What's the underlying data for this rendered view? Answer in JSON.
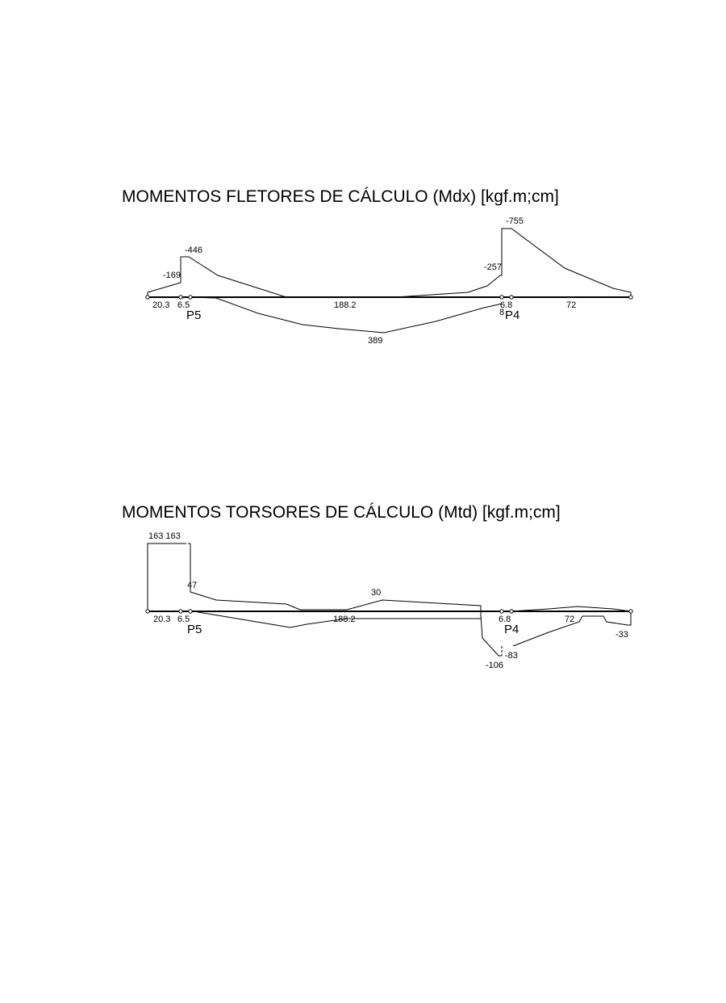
{
  "diagrams": [
    {
      "id": "bending",
      "title": "MOMENTOS FLETORES DE CÁLCULO (Mdx) [kgf.m;cm]",
      "spans": [
        "20.3",
        "6.5",
        "188.2",
        "6.8",
        "72"
      ],
      "supports": [
        "P5",
        "P4"
      ],
      "values": [
        "-169",
        "-446",
        "-257",
        "-755",
        "389",
        "8"
      ]
    },
    {
      "id": "torsion",
      "title": "MOMENTOS TORSORES DE CÁLCULO (Mtd) [kgf.m;cm]",
      "spans": [
        "20.3",
        "6.5",
        "188.2",
        "6.8",
        "72"
      ],
      "supports": [
        "P5",
        "P4"
      ],
      "values": [
        "163 163",
        "47",
        "30",
        "-106",
        "-83",
        "-33"
      ]
    }
  ]
}
